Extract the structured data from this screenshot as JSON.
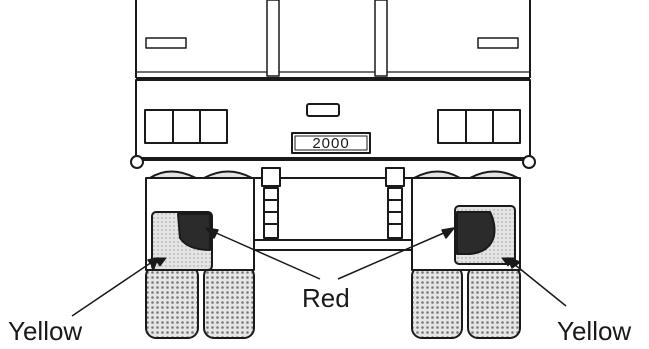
{
  "plate_number": "2000",
  "labels": {
    "red": "Red",
    "yellow_left": "Yellow",
    "yellow_right": "Yellow"
  },
  "colors": {
    "line": "#1a1a1a",
    "background": "#ffffff",
    "panel_fill": "#d9d9d9",
    "lamp_red_region": "#2b2b2b",
    "tire_fill": "#cfcfcf"
  }
}
